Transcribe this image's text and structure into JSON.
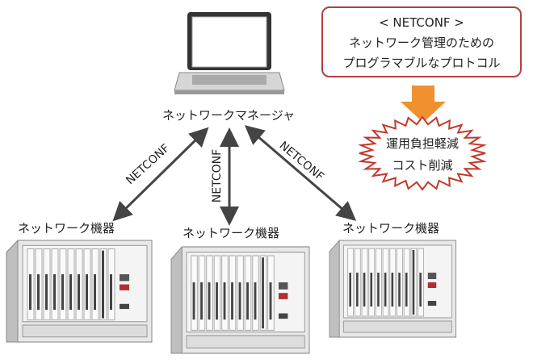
{
  "manager": {
    "label": "ネットワークマネージャ",
    "icon": "laptop-icon"
  },
  "netconf_box": {
    "title": "< NETCONF >",
    "line1": "ネットワーク管理のための",
    "line2": "プログラマブルなプロトコル",
    "border_color": "#b04040"
  },
  "benefit": {
    "line1": "運用負担軽減",
    "line2": "コスト削減",
    "arrow_color": "#f0902f",
    "burst_color": "#c0392b"
  },
  "links": [
    {
      "label": "NETCONF"
    },
    {
      "label": "NETCONF"
    },
    {
      "label": "NETCONF"
    }
  ],
  "devices": [
    {
      "label": "ネットワーク機器"
    },
    {
      "label": "ネットワーク機器"
    },
    {
      "label": "ネットワーク機器"
    }
  ]
}
